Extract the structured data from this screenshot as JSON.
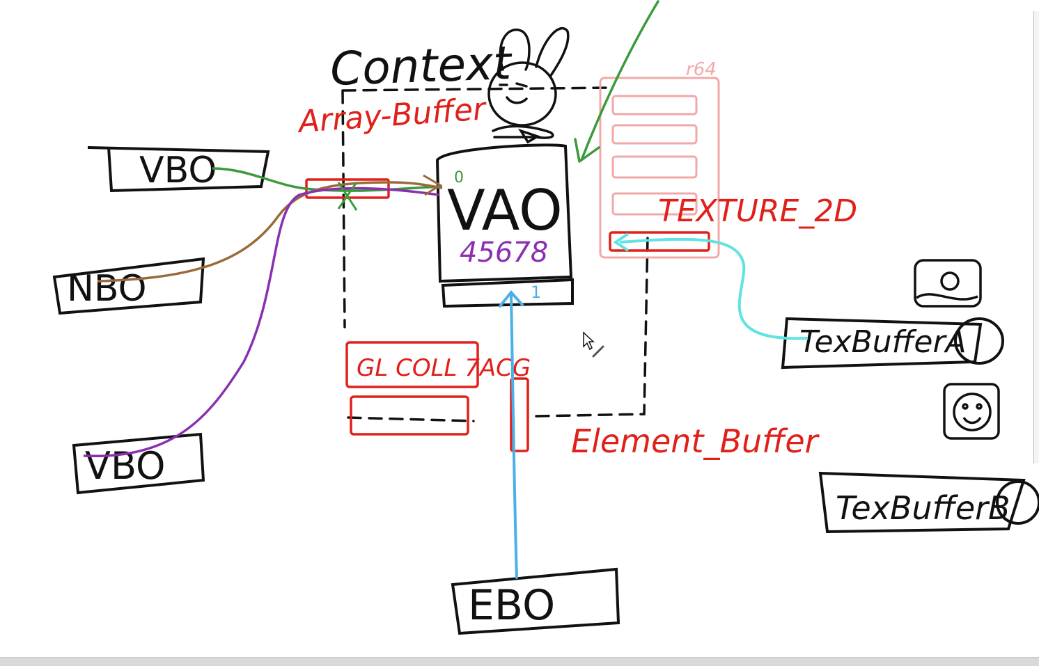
{
  "context": {
    "label": "Context"
  },
  "array_buffer": {
    "label": "Array-Buffer"
  },
  "vao": {
    "label": "VAO",
    "slots": "45678",
    "slot_zero": "0",
    "slot_one": "1"
  },
  "vbo_top": {
    "label": "VBO"
  },
  "nbo": {
    "label": "NBO"
  },
  "vbo_bottom": {
    "label": "VBO"
  },
  "gl_slot": {
    "label": "GL COLL 7ACG"
  },
  "element_buffer": {
    "label": "Element_Buffer"
  },
  "ebo": {
    "label": "EBO"
  },
  "texture_2d": {
    "label": "TEXTURE_2D"
  },
  "texture_units": {
    "label": "r64"
  },
  "tex_buffer_a": {
    "label": "TexBufferA"
  },
  "tex_buffer_b": {
    "label": "TexBufferB"
  },
  "colors": {
    "ink": "#111111",
    "red": "#e0201a",
    "green": "#3b9a3b",
    "brown": "#9b6a3c",
    "purple": "#8a2fb0",
    "blue": "#4ab0e8",
    "cyan": "#5fe3e3",
    "pink": "#f2a8a8"
  }
}
